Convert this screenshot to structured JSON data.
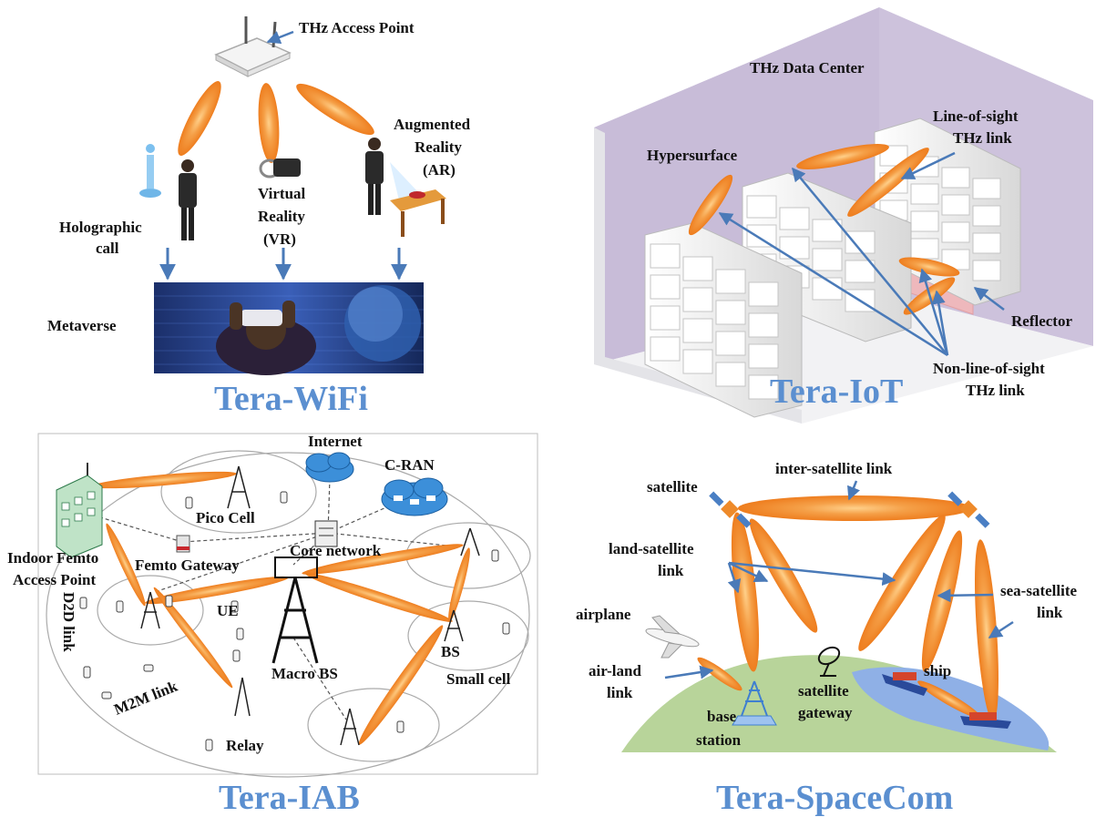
{
  "wifi": {
    "title": "Tera-WiFi",
    "access_point": "THz Access Point",
    "holo_1": "Holographic",
    "holo_2": "call",
    "vr_1": "Virtual",
    "vr_2": "Reality",
    "vr_3": "(VR)",
    "ar_1": "Augmented",
    "ar_2": "Reality",
    "ar_3": "(AR)",
    "metaverse": "Metaverse"
  },
  "iot": {
    "title": "Tera-IoT",
    "datacenter": "THz Data Center",
    "los_1": "Line-of-sight",
    "los_2": "THz link",
    "hypersurface": "Hypersurface",
    "reflector": "Reflector",
    "nlos_1": "Non-line-of-sight",
    "nlos_2": "THz link"
  },
  "iab": {
    "title": "Tera-IAB",
    "internet": "Internet",
    "cran": "C-RAN",
    "pico": "Pico Cell",
    "indoor_1": "Indoor Femto",
    "indoor_2": "Access Point",
    "femto_gw": "Femto Gateway",
    "core": "Core network",
    "d2d": "D2D link",
    "ue": "UE",
    "bs": "BS",
    "small_cell": "Small cell",
    "macro": "Macro BS",
    "m2m": "M2M link",
    "relay": "Relay"
  },
  "space": {
    "title": "Tera-SpaceCom",
    "satellite": "satellite",
    "isl": "inter-satellite link",
    "land_sat_1": "land-satellite",
    "land_sat_2": "link",
    "sea_sat_1": "sea-satellite",
    "sea_sat_2": "link",
    "airplane": "airplane",
    "air_land_1": "air-land",
    "air_land_2": "link",
    "sat_gw_1": "satellite",
    "sat_gw_2": "gateway",
    "base_1": "base",
    "base_2": "station",
    "ship": "ship"
  },
  "colors": {
    "beam": "#f08a2c",
    "arrow": "#4a7ab8",
    "title": "#5b8fd0",
    "wall": "#c8bcd8",
    "land": "#b8d49a",
    "sea": "#8fb0e6"
  }
}
